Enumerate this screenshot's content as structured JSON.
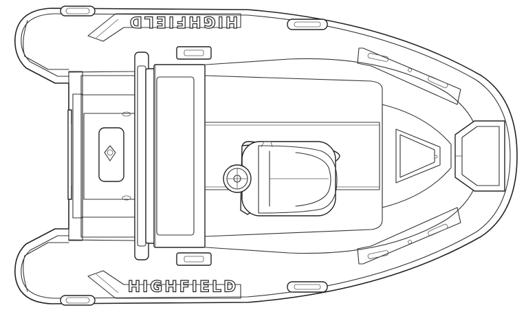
{
  "drawing": {
    "subject": "inflatable boat top view",
    "brand_top": "HIGHFIELD",
    "brand_bottom": "HIGHFIELD",
    "line_color": "#222222",
    "background": "#ffffff"
  }
}
